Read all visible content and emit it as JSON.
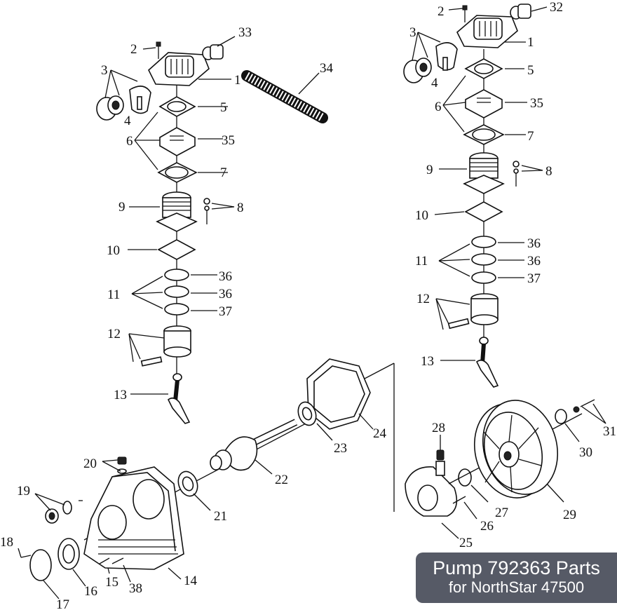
{
  "badge": {
    "line1": "Pump 792363 Parts",
    "line2": "for NorthStar 47500"
  },
  "left_cylinder": {
    "labels": [
      "2",
      "33",
      "3",
      "4",
      "1",
      "34",
      "5",
      "6",
      "35",
      "7",
      "9",
      "8",
      "10",
      "11",
      "36",
      "36",
      "37",
      "12",
      "13"
    ]
  },
  "right_cylinder": {
    "labels": [
      "2",
      "32",
      "3",
      "1",
      "5",
      "4",
      "6",
      "35",
      "7",
      "9",
      "8",
      "10",
      "11",
      "36",
      "36",
      "37",
      "12",
      "13"
    ]
  },
  "crankcase": {
    "labels": [
      "24",
      "23",
      "22",
      "28",
      "31",
      "30",
      "20",
      "19",
      "21",
      "27",
      "29",
      "26",
      "25",
      "18",
      "15",
      "38",
      "14",
      "16",
      "17"
    ]
  }
}
